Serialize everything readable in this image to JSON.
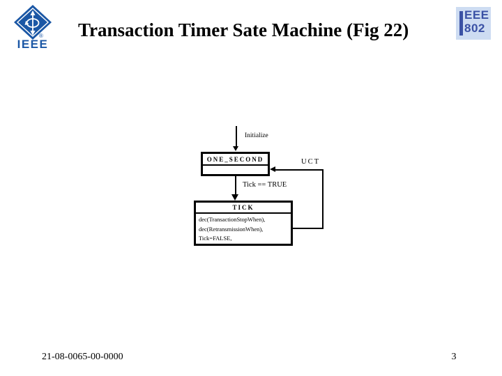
{
  "header": {
    "title": "Transaction Timer Sate Machine (Fig 22)",
    "logo": {
      "wordmark": "IEEE",
      "registered_mark": "®"
    },
    "badge": {
      "line1": "EEE",
      "line2": "802"
    }
  },
  "diagram": {
    "initialize_label": "Initialize",
    "state_one_second": {
      "name": "ONE_SECOND"
    },
    "tick_transition_label": "Tick == TRUE",
    "uct_label": "UCT",
    "state_tick": {
      "name": "TICK",
      "actions": [
        "dec(TransactionStopWhen),",
        "dec(RetransmissionWhen),",
        "Tick=FALSE,"
      ]
    }
  },
  "footer": {
    "doc_number": "21-08-0065-00-0000",
    "page_number": "3"
  },
  "colors": {
    "ieee_blue": "#1b57a5",
    "badge_background": "#cddcf2",
    "badge_text": "#3a51a5",
    "line_black": "#000000",
    "slide_background": "#ffffff"
  }
}
